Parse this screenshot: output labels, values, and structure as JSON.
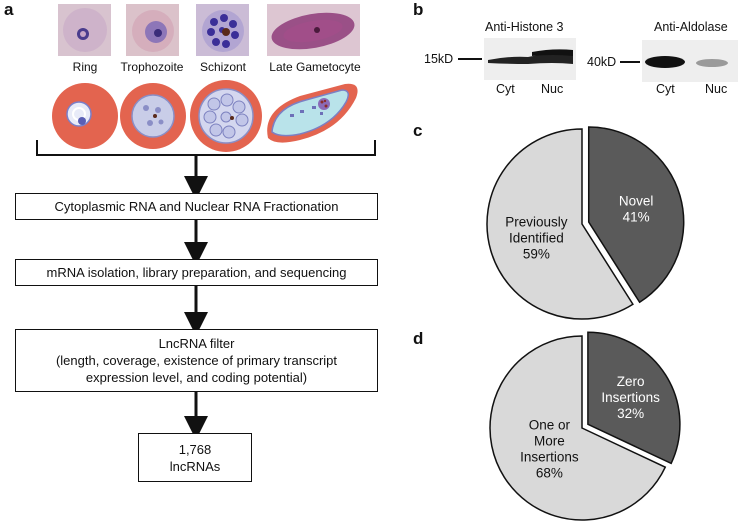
{
  "panel_a": {
    "letter": "a",
    "stages": [
      "Ring",
      "Trophozoite",
      "Schizont",
      "Late Gametocyte"
    ],
    "steps": [
      "Cytoplasmic RNA and Nuclear RNA Fractionation",
      "mRNA isolation, library preparation, and sequencing"
    ],
    "filter": {
      "line1": "LncRNA filter",
      "line2": "(length, coverage, existence of primary transcript",
      "line3": "expression level, and coding potential)"
    },
    "result": {
      "line1": "1,768",
      "line2": "lncRNAs"
    }
  },
  "panel_b": {
    "letter": "b",
    "blots": [
      {
        "title": "Anti-Histone 3",
        "size_marker": "15kD",
        "lanes": [
          "Cyt",
          "Nuc"
        ]
      },
      {
        "title": "Anti-Aldolase",
        "size_marker": "40kD",
        "lanes": [
          "Cyt",
          "Nuc"
        ]
      }
    ]
  },
  "panel_c": {
    "letter": "c",
    "chart_data": {
      "type": "pie",
      "slices": [
        {
          "label_lines": [
            "Novel",
            "41%"
          ],
          "value": 41,
          "color": "#5a5a5a",
          "exploded": true
        },
        {
          "label_lines": [
            "Previously",
            "Identified",
            "59%"
          ],
          "value": 59,
          "color": "#d9d9d9",
          "exploded": false
        }
      ]
    }
  },
  "panel_d": {
    "letter": "d",
    "chart_data": {
      "type": "pie",
      "slices": [
        {
          "label_lines": [
            "Zero",
            "Insertions",
            "32%"
          ],
          "value": 32,
          "color": "#5a5a5a",
          "exploded": true
        },
        {
          "label_lines": [
            "One or",
            "More",
            "Insertions",
            "68%"
          ],
          "value": 68,
          "color": "#d9d9d9",
          "exploded": false
        }
      ]
    }
  }
}
